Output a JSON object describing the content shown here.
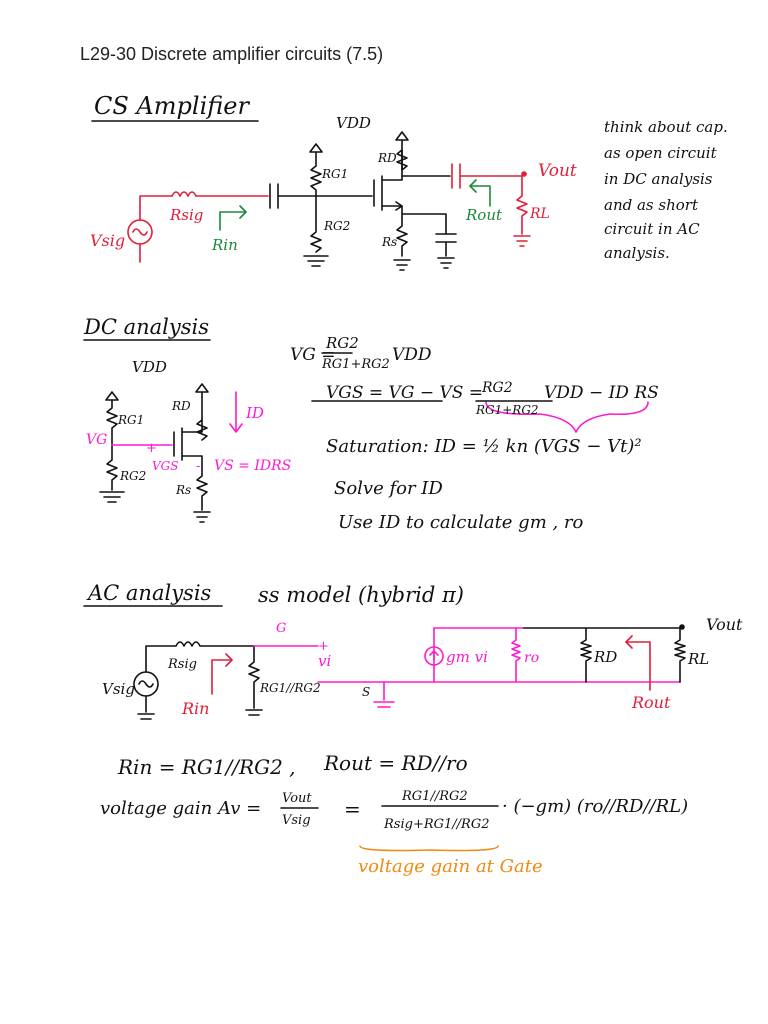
{
  "page_title": "L29-30 Discrete amplifier circuits (7.5)",
  "colors": {
    "ink": "#111111",
    "red": "#e0203a",
    "green": "#1a8a3a",
    "magenta": "#ff1ad0",
    "orange": "#f08a10"
  },
  "cs": {
    "heading": "CS Amplifier",
    "vdd": "VDD",
    "rsig": "Rsig",
    "vsig": "Vsig",
    "rin": "Rin",
    "rg1": "RG1",
    "rg2": "RG2",
    "rd": "RD",
    "rs": "Rs",
    "vout": "Vout",
    "rout": "Rout",
    "rl": "RL",
    "note": [
      "think about cap.",
      "as open circuit",
      "in DC analysis",
      "and as short",
      "circuit in AC",
      "analysis."
    ]
  },
  "dc": {
    "heading": "DC analysis",
    "vdd": "VDD",
    "rg1": "RG1",
    "rg2": "RG2",
    "rd": "RD",
    "rs": "Rs",
    "id": "ID",
    "vg": "VG",
    "vgs": "VGS",
    "plus": "+",
    "minus": "-",
    "vs": "VS = IDRS",
    "eq_vg_lhs": "VG =",
    "eq_vg_num": "RG2",
    "eq_vg_den": "RG1+RG2",
    "eq_vg_rhs": "VDD",
    "eq_vgs_lhs": "VGS = VG − VS =",
    "eq_vgs_num": "RG2",
    "eq_vgs_den": "RG1+RG2",
    "eq_vgs_rhs": "VDD − ID RS",
    "saturation": "Saturation:  ID = ½ kn (VGS − Vt)²",
    "solve": "Solve for ID",
    "use": "Use ID to calculate  gm , ro"
  },
  "ac": {
    "heading": "AC analysis",
    "model": "ss model (hybrid π)",
    "rsig": "Rsig",
    "vsig": "Vsig",
    "rpar": "RG1//RG2",
    "g": "G",
    "plus": "+",
    "vi": "vi",
    "s": "S",
    "gm": "gm vi",
    "ro": "ro",
    "rd": "RD",
    "rl": "RL",
    "vout": "Vout",
    "rin": "Rin",
    "rout": "Rout",
    "eq_rin": "Rin = RG1//RG2 ,",
    "eq_rout": "Rout = RD//ro",
    "gain_lhs": "voltage gain Av =",
    "gain_frac_num": "Vout",
    "gain_frac_den": "Vsig",
    "gain_eq": "=",
    "gain_num": "RG1//RG2",
    "gain_den": "Rsig+RG1//RG2",
    "gain_rhs": "· (−gm) (ro//RD//RL)",
    "gate_note": "voltage gain at Gate"
  }
}
